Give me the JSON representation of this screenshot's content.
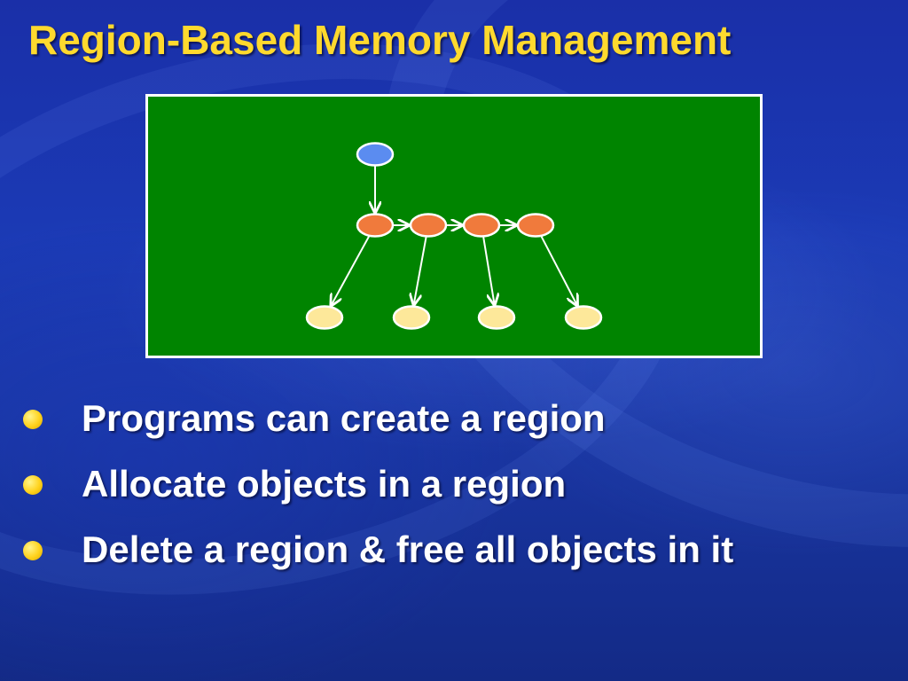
{
  "slide": {
    "title": "Region-Based Memory Management"
  },
  "diagram": {
    "colors": {
      "background": "#008400",
      "border": "#ffffff",
      "root_node": "#5b8cf0",
      "region_node": "#f07a3c",
      "object_node": "#fde89a",
      "edge": "#ffffff"
    },
    "nodes": [
      {
        "id": "root",
        "kind": "root"
      },
      {
        "id": "r1",
        "kind": "region"
      },
      {
        "id": "r2",
        "kind": "region"
      },
      {
        "id": "r3",
        "kind": "region"
      },
      {
        "id": "r4",
        "kind": "region"
      },
      {
        "id": "o1",
        "kind": "object"
      },
      {
        "id": "o2",
        "kind": "object"
      },
      {
        "id": "o3",
        "kind": "object"
      },
      {
        "id": "o4",
        "kind": "object"
      }
    ],
    "edges": [
      {
        "from": "root",
        "to": "r1"
      },
      {
        "from": "r1",
        "to": "r2"
      },
      {
        "from": "r2",
        "to": "r3"
      },
      {
        "from": "r3",
        "to": "r4"
      },
      {
        "from": "r1",
        "to": "o1"
      },
      {
        "from": "r2",
        "to": "o2"
      },
      {
        "from": "r3",
        "to": "o3"
      },
      {
        "from": "r4",
        "to": "o4"
      }
    ]
  },
  "bullets": [
    {
      "text": "Programs can create a region"
    },
    {
      "text": "Allocate objects in a region"
    },
    {
      "text": "Delete a region & free all objects in it"
    }
  ]
}
